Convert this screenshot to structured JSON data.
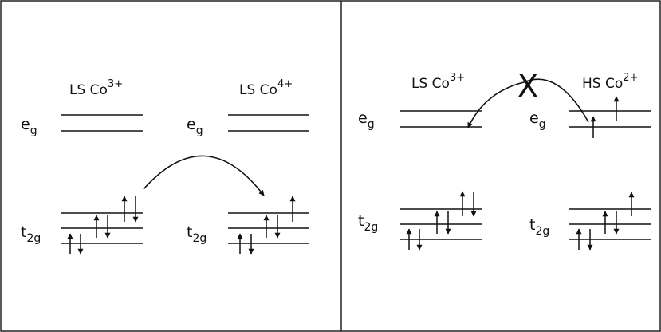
{
  "left_panel": {
    "ion_left": {
      "prefix": "LS Co",
      "charge": "3+"
    },
    "ion_right": {
      "prefix": "LS Co",
      "charge": "4+"
    },
    "eg_left": {
      "main": "e",
      "sub": "g"
    },
    "eg_right": {
      "main": "e",
      "sub": "g"
    },
    "t2g_left": {
      "main": "t",
      "sub": "2g"
    },
    "t2g_right": {
      "main": "t",
      "sub": "2g"
    }
  },
  "right_panel": {
    "ion_left": {
      "prefix": "LS Co",
      "charge": "3+"
    },
    "ion_right": {
      "prefix": "HS Co",
      "charge": "2+"
    },
    "eg_left": {
      "main": "e",
      "sub": "g"
    },
    "eg_right": {
      "main": "e",
      "sub": "g"
    },
    "t2g_left": {
      "main": "t",
      "sub": "2g"
    },
    "t2g_right": {
      "main": "t",
      "sub": "2g"
    },
    "blocked_mark": "X"
  }
}
